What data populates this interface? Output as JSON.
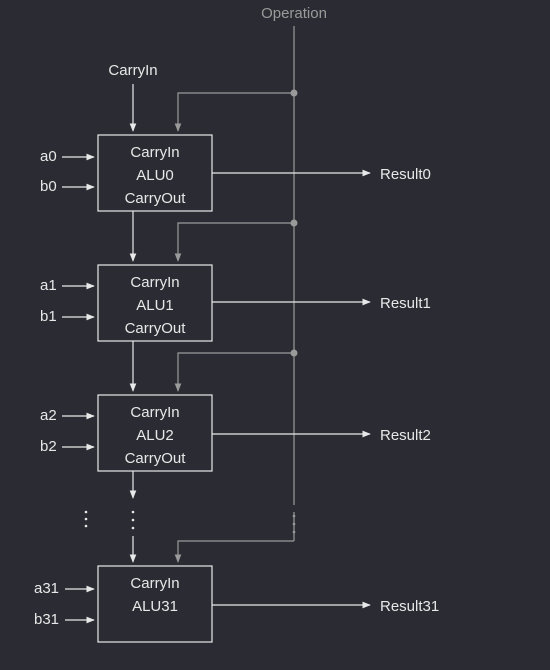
{
  "operation_label": "Operation",
  "carry_in_label": "CarryIn",
  "alus": [
    {
      "a": "a0",
      "b": "b0",
      "carry_in": "CarryIn",
      "name": "ALU0",
      "carry_out": "CarryOut",
      "result": "Result0"
    },
    {
      "a": "a1",
      "b": "b1",
      "carry_in": "CarryIn",
      "name": "ALU1",
      "carry_out": "CarryOut",
      "result": "Result1"
    },
    {
      "a": "a2",
      "b": "b2",
      "carry_in": "CarryIn",
      "name": "ALU2",
      "carry_out": "CarryOut",
      "result": "Result2"
    },
    {
      "a": "a31",
      "b": "b31",
      "carry_in": "CarryIn",
      "name": "ALU31",
      "carry_out": "",
      "result": "Result31"
    }
  ],
  "colors": {
    "background": "#2b2c33",
    "line": "#e8e8e8",
    "operation_line": "#9a9a9a",
    "text": "#e8e8e8"
  }
}
